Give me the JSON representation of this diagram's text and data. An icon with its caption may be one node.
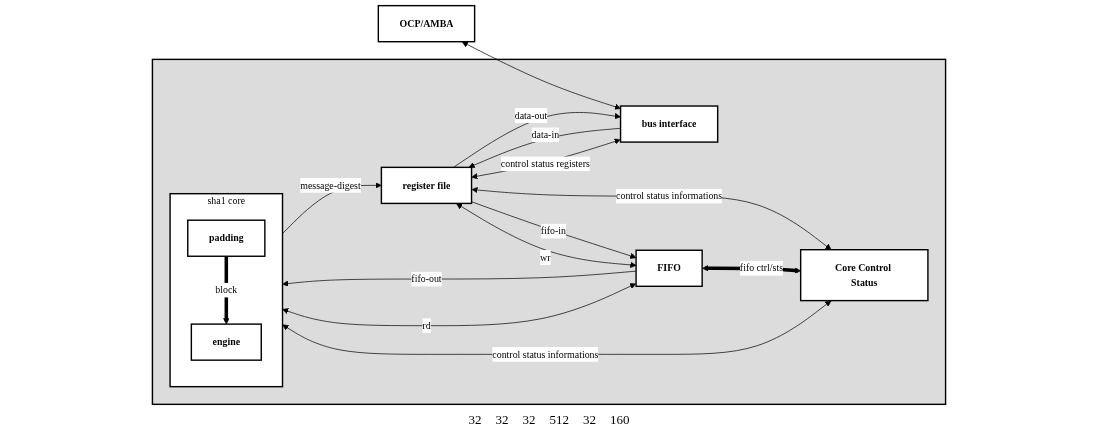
{
  "diagram": {
    "nodes": [
      {
        "text": [
          "OCP/AMBA"
        ]
      },
      {
        "text": [],
        "shape": "box"
      },
      {
        "text": [
          "bus interface"
        ],
        "in": 1
      },
      {
        "text": [
          "register file"
        ],
        "in": 1
      },
      {
        "text": [
          "FIFO"
        ],
        "in": 1
      },
      {
        "text": [
          "Core Control Status"
        ],
        "in": 1
      },
      {
        "text": [
          "sha1 core"
        ],
        "in": 1
      },
      {
        "text": [
          "padding"
        ],
        "in": 6
      },
      {
        "text": [
          "engine"
        ],
        "in": 6
      }
    ],
    "edges": [
      {
        "from": 0,
        "to": 2,
        "arrow": "both"
      },
      {
        "from": 2,
        "to": 3,
        "label": "data-in",
        "arrow": "to"
      },
      {
        "from": 2,
        "to": 3,
        "label": "control status registers",
        "arrow": "both"
      },
      {
        "from": 3,
        "to": 2,
        "label": "data-out",
        "arrow": "to"
      },
      {
        "from": 3,
        "to": 4,
        "label": "fifo-in",
        "arrow": "to"
      },
      {
        "from": 3,
        "to": 4,
        "label": "wr",
        "arrow": "both"
      },
      {
        "from": 3,
        "to": 5,
        "label": "control status informations",
        "arrow": "both"
      },
      {
        "from": 4,
        "to": 6,
        "label": "fifo-out",
        "arrow": "to"
      },
      {
        "from": 4,
        "to": 6,
        "label": "rd",
        "arrow": "both"
      },
      {
        "from": 4,
        "to": 5,
        "label": "fifo ctrl/sts",
        "arrow": "both",
        "style": "thick"
      },
      {
        "from": 5,
        "to": 6,
        "label": "control status informations",
        "arrow": "both"
      },
      {
        "from": 7,
        "to": 8,
        "label": "block",
        "arrow": "to",
        "style": "thick"
      },
      {
        "from": 6,
        "to": 3,
        "label": "message-digest",
        "arrow": "to"
      }
    ],
    "labels": [
      "32",
      "32",
      "32",
      "512",
      "32",
      "160"
    ]
  }
}
